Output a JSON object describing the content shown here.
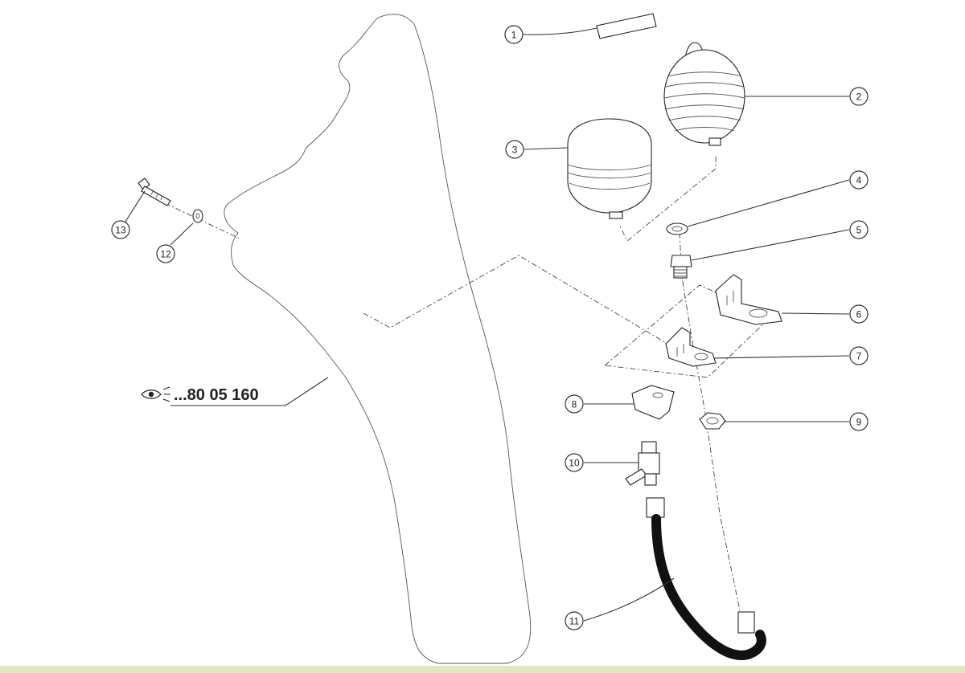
{
  "reference": {
    "text": "...80 05 160",
    "icon": "eye-icon"
  },
  "callouts": [
    "1",
    "2",
    "3",
    "4",
    "5",
    "6",
    "7",
    "8",
    "9",
    "10",
    "11",
    "12",
    "13"
  ],
  "colors": {
    "line": "#222222",
    "bottom_bar": "#dfe8bf"
  }
}
